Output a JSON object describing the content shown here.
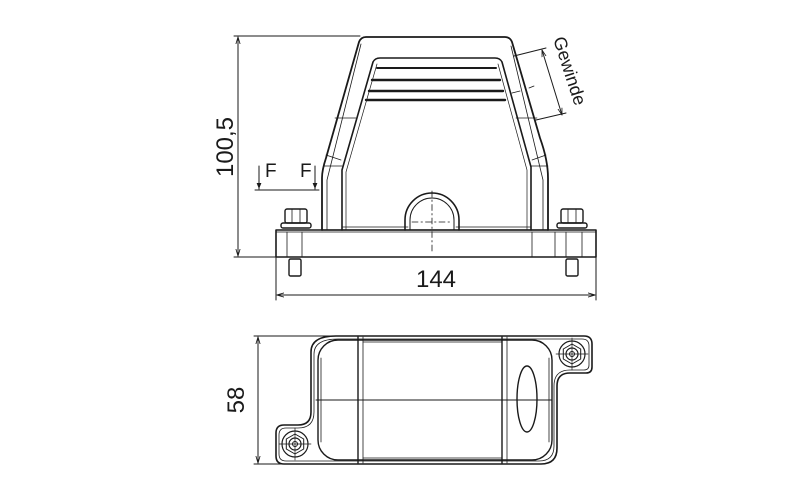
{
  "drawing": {
    "type": "technical-drawing",
    "subject": "connector hood with side entry on bulkhead base",
    "line_color": "#1a1a1a",
    "background": "#ffffff"
  },
  "front_view": {
    "height_dimension": "100,5",
    "width_dimension": "144",
    "thread_label": "Gewinde",
    "force_labels": [
      "F",
      "F"
    ]
  },
  "top_view": {
    "depth_dimension": "58"
  }
}
